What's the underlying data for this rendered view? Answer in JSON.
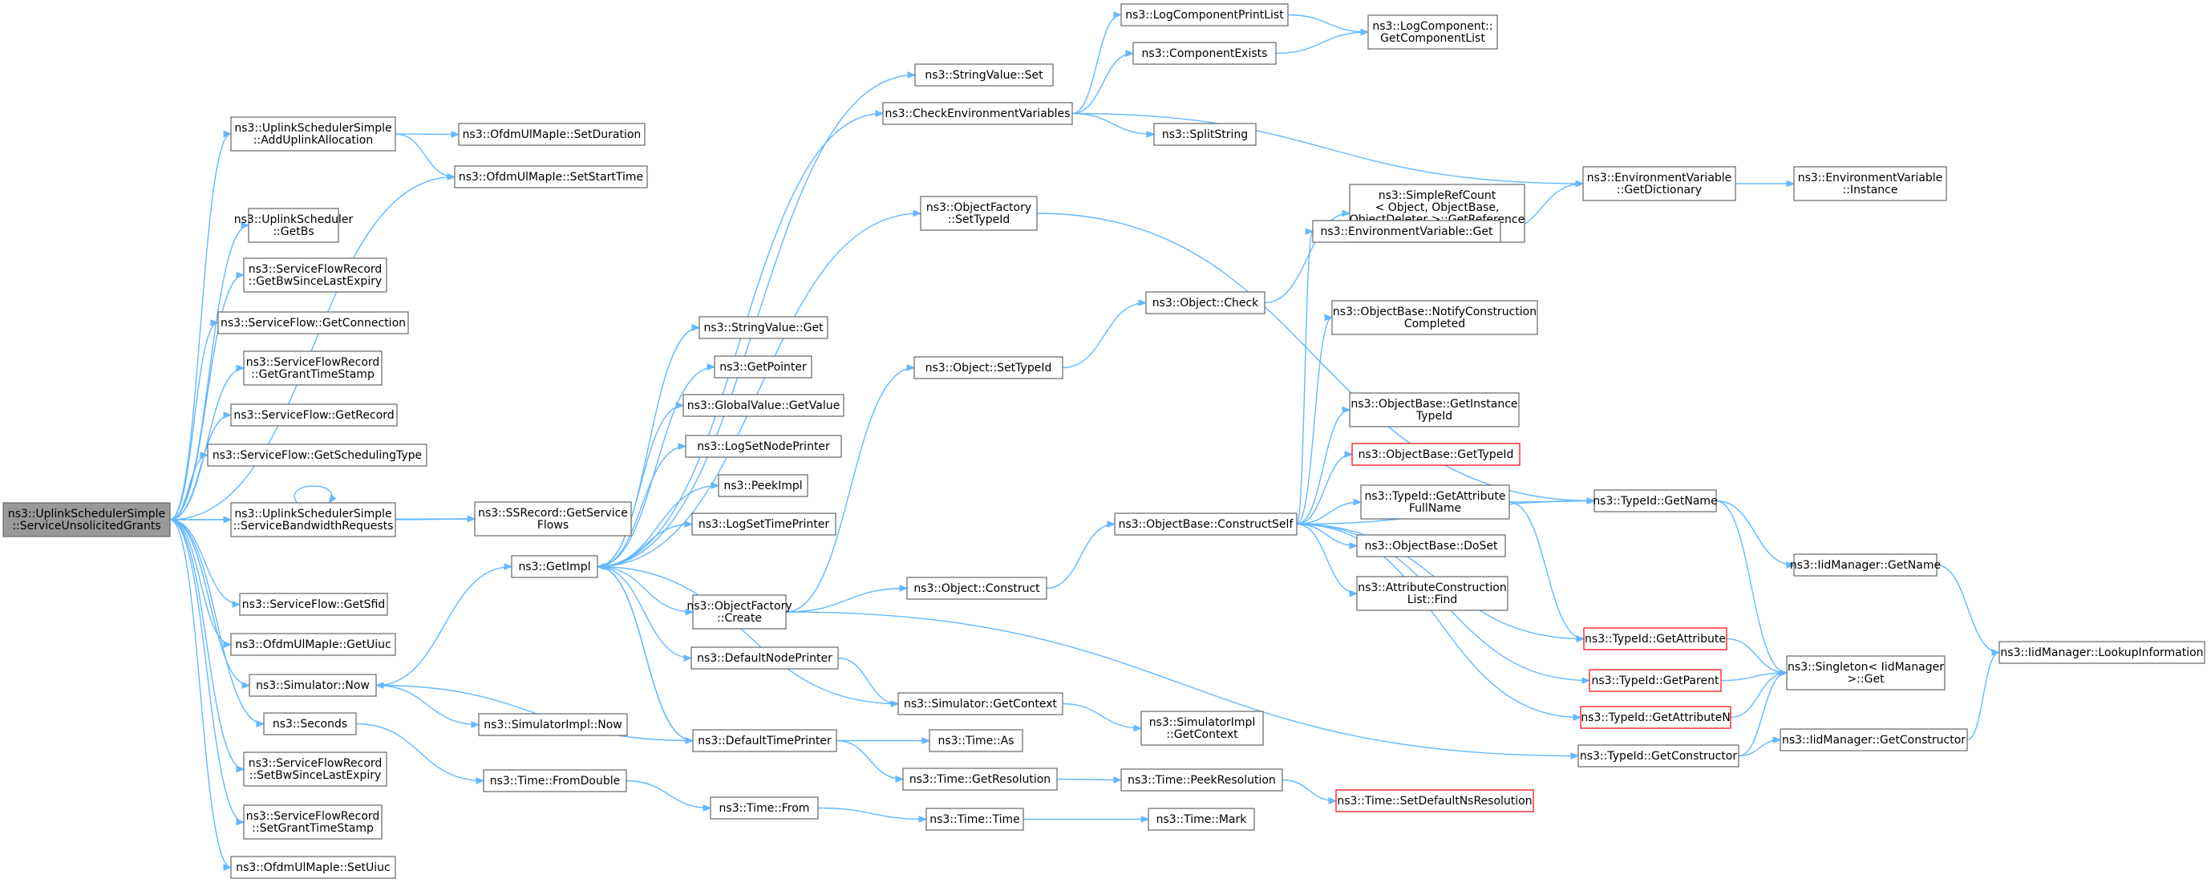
{
  "colors": {
    "edge": "#63b8ff",
    "node_border": "#666666",
    "root_fill": "#999999",
    "warning_border": "#ff0000",
    "background": "#ffffff"
  },
  "nodes": [
    {
      "id": "root",
      "lines": [
        "ns3::UplinkSchedulerSimple",
        "::ServiceUnsolicitedGrants"
      ],
      "style": "root"
    },
    {
      "id": "addUplink",
      "lines": [
        "ns3::UplinkSchedulerSimple",
        "::AddUplinkAllocation"
      ]
    },
    {
      "id": "getBs",
      "lines": [
        "ns3::UplinkScheduler",
        "::GetBs"
      ]
    },
    {
      "id": "getBwSince",
      "lines": [
        "ns3::ServiceFlowRecord",
        "::GetBwSinceLastExpiry"
      ]
    },
    {
      "id": "getConnection",
      "lines": [
        "ns3::ServiceFlow::GetConnection"
      ]
    },
    {
      "id": "getGrantTs",
      "lines": [
        "ns3::ServiceFlowRecord",
        "::GetGrantTimeStamp"
      ]
    },
    {
      "id": "getRecord",
      "lines": [
        "ns3::ServiceFlow::GetRecord"
      ]
    },
    {
      "id": "getSchedType",
      "lines": [
        "ns3::ServiceFlow::GetSchedulingType"
      ]
    },
    {
      "id": "serviceBw",
      "lines": [
        "ns3::UplinkSchedulerSimple",
        "::ServiceBandwidthRequests"
      ]
    },
    {
      "id": "getSfid",
      "lines": [
        "ns3::ServiceFlow::GetSfid"
      ]
    },
    {
      "id": "getUiuc",
      "lines": [
        "ns3::OfdmUlMapIe::GetUiuc"
      ]
    },
    {
      "id": "simNow",
      "lines": [
        "ns3::Simulator::Now"
      ]
    },
    {
      "id": "seconds",
      "lines": [
        "ns3::Seconds"
      ]
    },
    {
      "id": "setBwSince",
      "lines": [
        "ns3::ServiceFlowRecord",
        "::SetBwSinceLastExpiry"
      ]
    },
    {
      "id": "setGrantTs",
      "lines": [
        "ns3::ServiceFlowRecord",
        "::SetGrantTimeStamp"
      ]
    },
    {
      "id": "setUiuc",
      "lines": [
        "ns3::OfdmUlMapIe::SetUiuc"
      ]
    },
    {
      "id": "setDuration",
      "lines": [
        "ns3::OfdmUlMapIe::SetDuration"
      ]
    },
    {
      "id": "setStartTime",
      "lines": [
        "ns3::OfdmUlMapIe::SetStartTime"
      ]
    },
    {
      "id": "ssGetFlows",
      "lines": [
        "ns3::SSRecord::GetService",
        "Flows"
      ]
    },
    {
      "id": "getImpl",
      "lines": [
        "ns3::GetImpl"
      ]
    },
    {
      "id": "simImplNow",
      "lines": [
        "ns3::SimulatorImpl::Now"
      ]
    },
    {
      "id": "fromDouble",
      "lines": [
        "ns3::Time::FromDouble"
      ]
    },
    {
      "id": "strValGet",
      "lines": [
        "ns3::StringValue::Get"
      ]
    },
    {
      "id": "getPointer",
      "lines": [
        "ns3::GetPointer"
      ]
    },
    {
      "id": "gvGetValue",
      "lines": [
        "ns3::GlobalValue::GetValue"
      ]
    },
    {
      "id": "logSetNode",
      "lines": [
        "ns3::LogSetNodePrinter"
      ]
    },
    {
      "id": "peekImpl",
      "lines": [
        "ns3::PeekImpl"
      ]
    },
    {
      "id": "logSetTime",
      "lines": [
        "ns3::LogSetTimePrinter"
      ]
    },
    {
      "id": "ofCreate",
      "lines": [
        "ns3::ObjectFactory",
        "::Create"
      ]
    },
    {
      "id": "defNodePr",
      "lines": [
        "ns3::DefaultNodePrinter"
      ]
    },
    {
      "id": "defTimePr",
      "lines": [
        "ns3::DefaultTimePrinter"
      ]
    },
    {
      "id": "timeFrom",
      "lines": [
        "ns3::Time::From"
      ]
    },
    {
      "id": "strValSet",
      "lines": [
        "ns3::StringValue::Set"
      ]
    },
    {
      "id": "checkEnv",
      "lines": [
        "ns3::CheckEnvironmentVariables"
      ]
    },
    {
      "id": "ofSetTypeId",
      "lines": [
        "ns3::ObjectFactory",
        "::SetTypeId"
      ]
    },
    {
      "id": "objSetTypeId",
      "lines": [
        "ns3::Object::SetTypeId"
      ]
    },
    {
      "id": "objConstruct",
      "lines": [
        "ns3::Object::Construct"
      ]
    },
    {
      "id": "simGetContext",
      "lines": [
        "ns3::Simulator::GetContext"
      ]
    },
    {
      "id": "timeAs",
      "lines": [
        "ns3::Time::As"
      ]
    },
    {
      "id": "timeGetRes",
      "lines": [
        "ns3::Time::GetResolution"
      ]
    },
    {
      "id": "timeTime",
      "lines": [
        "ns3::Time::Time"
      ]
    },
    {
      "id": "logCompPrint",
      "lines": [
        "ns3::LogComponentPrintList"
      ]
    },
    {
      "id": "compExists",
      "lines": [
        "ns3::ComponentExists"
      ]
    },
    {
      "id": "splitString",
      "lines": [
        "ns3::SplitString"
      ]
    },
    {
      "id": "objCheck",
      "lines": [
        "ns3::Object::Check"
      ]
    },
    {
      "id": "constructSelf",
      "lines": [
        "ns3::ObjectBase::ConstructSelf"
      ]
    },
    {
      "id": "simImplGetCtx",
      "lines": [
        "ns3::SimulatorImpl",
        "::GetContext"
      ]
    },
    {
      "id": "peekRes",
      "lines": [
        "ns3::Time::PeekResolution"
      ]
    },
    {
      "id": "timeMark",
      "lines": [
        "ns3::Time::Mark"
      ]
    },
    {
      "id": "logCompGetList",
      "lines": [
        "ns3::LogComponent::",
        "GetComponentList"
      ]
    },
    {
      "id": "simpleRefCount",
      "lines": [
        "ns3::SimpleRefCount",
        "< Object, ObjectBase,",
        "ObjectDeleter >::GetReference",
        "Count"
      ]
    },
    {
      "id": "envVarGet",
      "lines": [
        "ns3::EnvironmentVariable::Get"
      ]
    },
    {
      "id": "notifyConstr",
      "lines": [
        "ns3::ObjectBase::NotifyConstruction",
        "Completed"
      ]
    },
    {
      "id": "getInstTypeId",
      "lines": [
        "ns3::ObjectBase::GetInstance",
        "TypeId"
      ]
    },
    {
      "id": "obGetTypeId",
      "lines": [
        "ns3::ObjectBase::GetTypeId"
      ],
      "style": "red"
    },
    {
      "id": "getAttrFullName",
      "lines": [
        "ns3::TypeId::GetAttribute",
        "FullName"
      ]
    },
    {
      "id": "doSet",
      "lines": [
        "ns3::ObjectBase::DoSet"
      ]
    },
    {
      "id": "attrConstrFind",
      "lines": [
        "ns3::AttributeConstruction",
        "List::Find"
      ]
    },
    {
      "id": "setDefNsRes",
      "lines": [
        "ns3::Time::SetDefaultNsResolution"
      ],
      "style": "red"
    },
    {
      "id": "envGetDict",
      "lines": [
        "ns3::EnvironmentVariable",
        "::GetDictionary"
      ]
    },
    {
      "id": "tidGetName",
      "lines": [
        "ns3::TypeId::GetName"
      ]
    },
    {
      "id": "tidGetAttr",
      "lines": [
        "ns3::TypeId::GetAttribute"
      ],
      "style": "red"
    },
    {
      "id": "tidGetParent",
      "lines": [
        "ns3::TypeId::GetParent"
      ],
      "style": "red"
    },
    {
      "id": "tidGetAttrN",
      "lines": [
        "ns3::TypeId::GetAttributeN"
      ],
      "style": "red"
    },
    {
      "id": "tidGetConstr",
      "lines": [
        "ns3::TypeId::GetConstructor"
      ]
    },
    {
      "id": "envInstance",
      "lines": [
        "ns3::EnvironmentVariable",
        "::Instance"
      ]
    },
    {
      "id": "iidGetName",
      "lines": [
        "ns3::IidManager::GetName"
      ]
    },
    {
      "id": "singletonGet",
      "lines": [
        "ns3::Singleton< IidManager",
        ">::Get"
      ]
    },
    {
      "id": "iidGetConstr",
      "lines": [
        "ns3::IidManager::GetConstructor"
      ]
    },
    {
      "id": "iidLookup",
      "lines": [
        "ns3::IidManager::LookupInformation"
      ]
    }
  ]
}
